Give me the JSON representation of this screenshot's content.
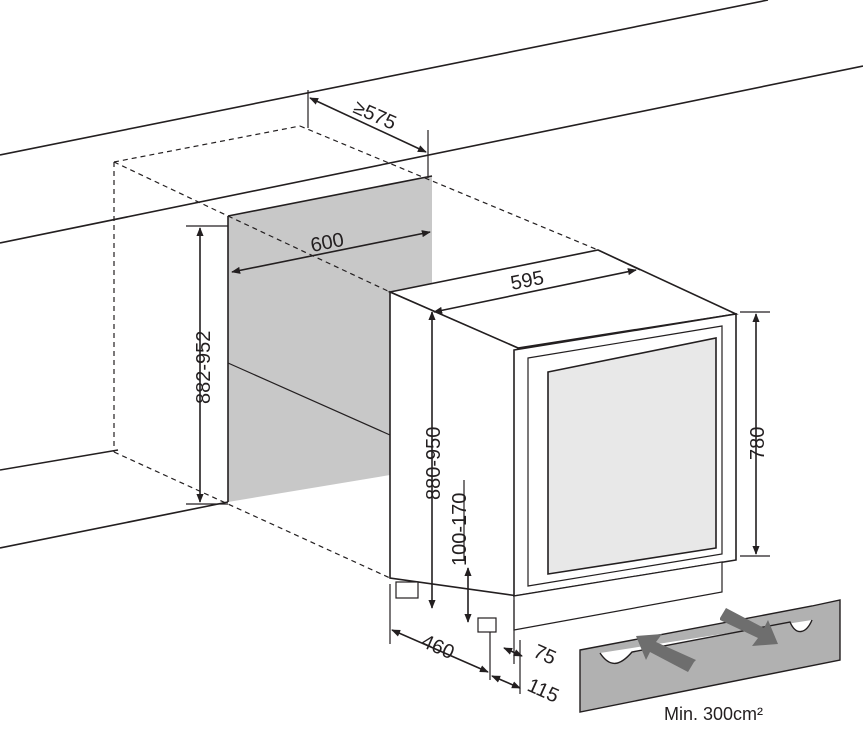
{
  "colors": {
    "outline": "#231f20",
    "niche_fill": "#c8c8c8",
    "vent_fill": "#b1b1b1",
    "door_glass": "#e8e8e8",
    "arrow_fill": "#6e6e6e"
  },
  "dimensions": {
    "depth_min": "≥575",
    "niche_width": "600",
    "appliance_width": "595",
    "niche_height": "882-952",
    "appliance_height": "880-950",
    "plinth_height": "100-170",
    "door_height": "780",
    "foot_depth": "460",
    "plinth_setback": "75",
    "plinth_depth": "115"
  },
  "ventilation": {
    "note": "Min. 300cm²"
  }
}
